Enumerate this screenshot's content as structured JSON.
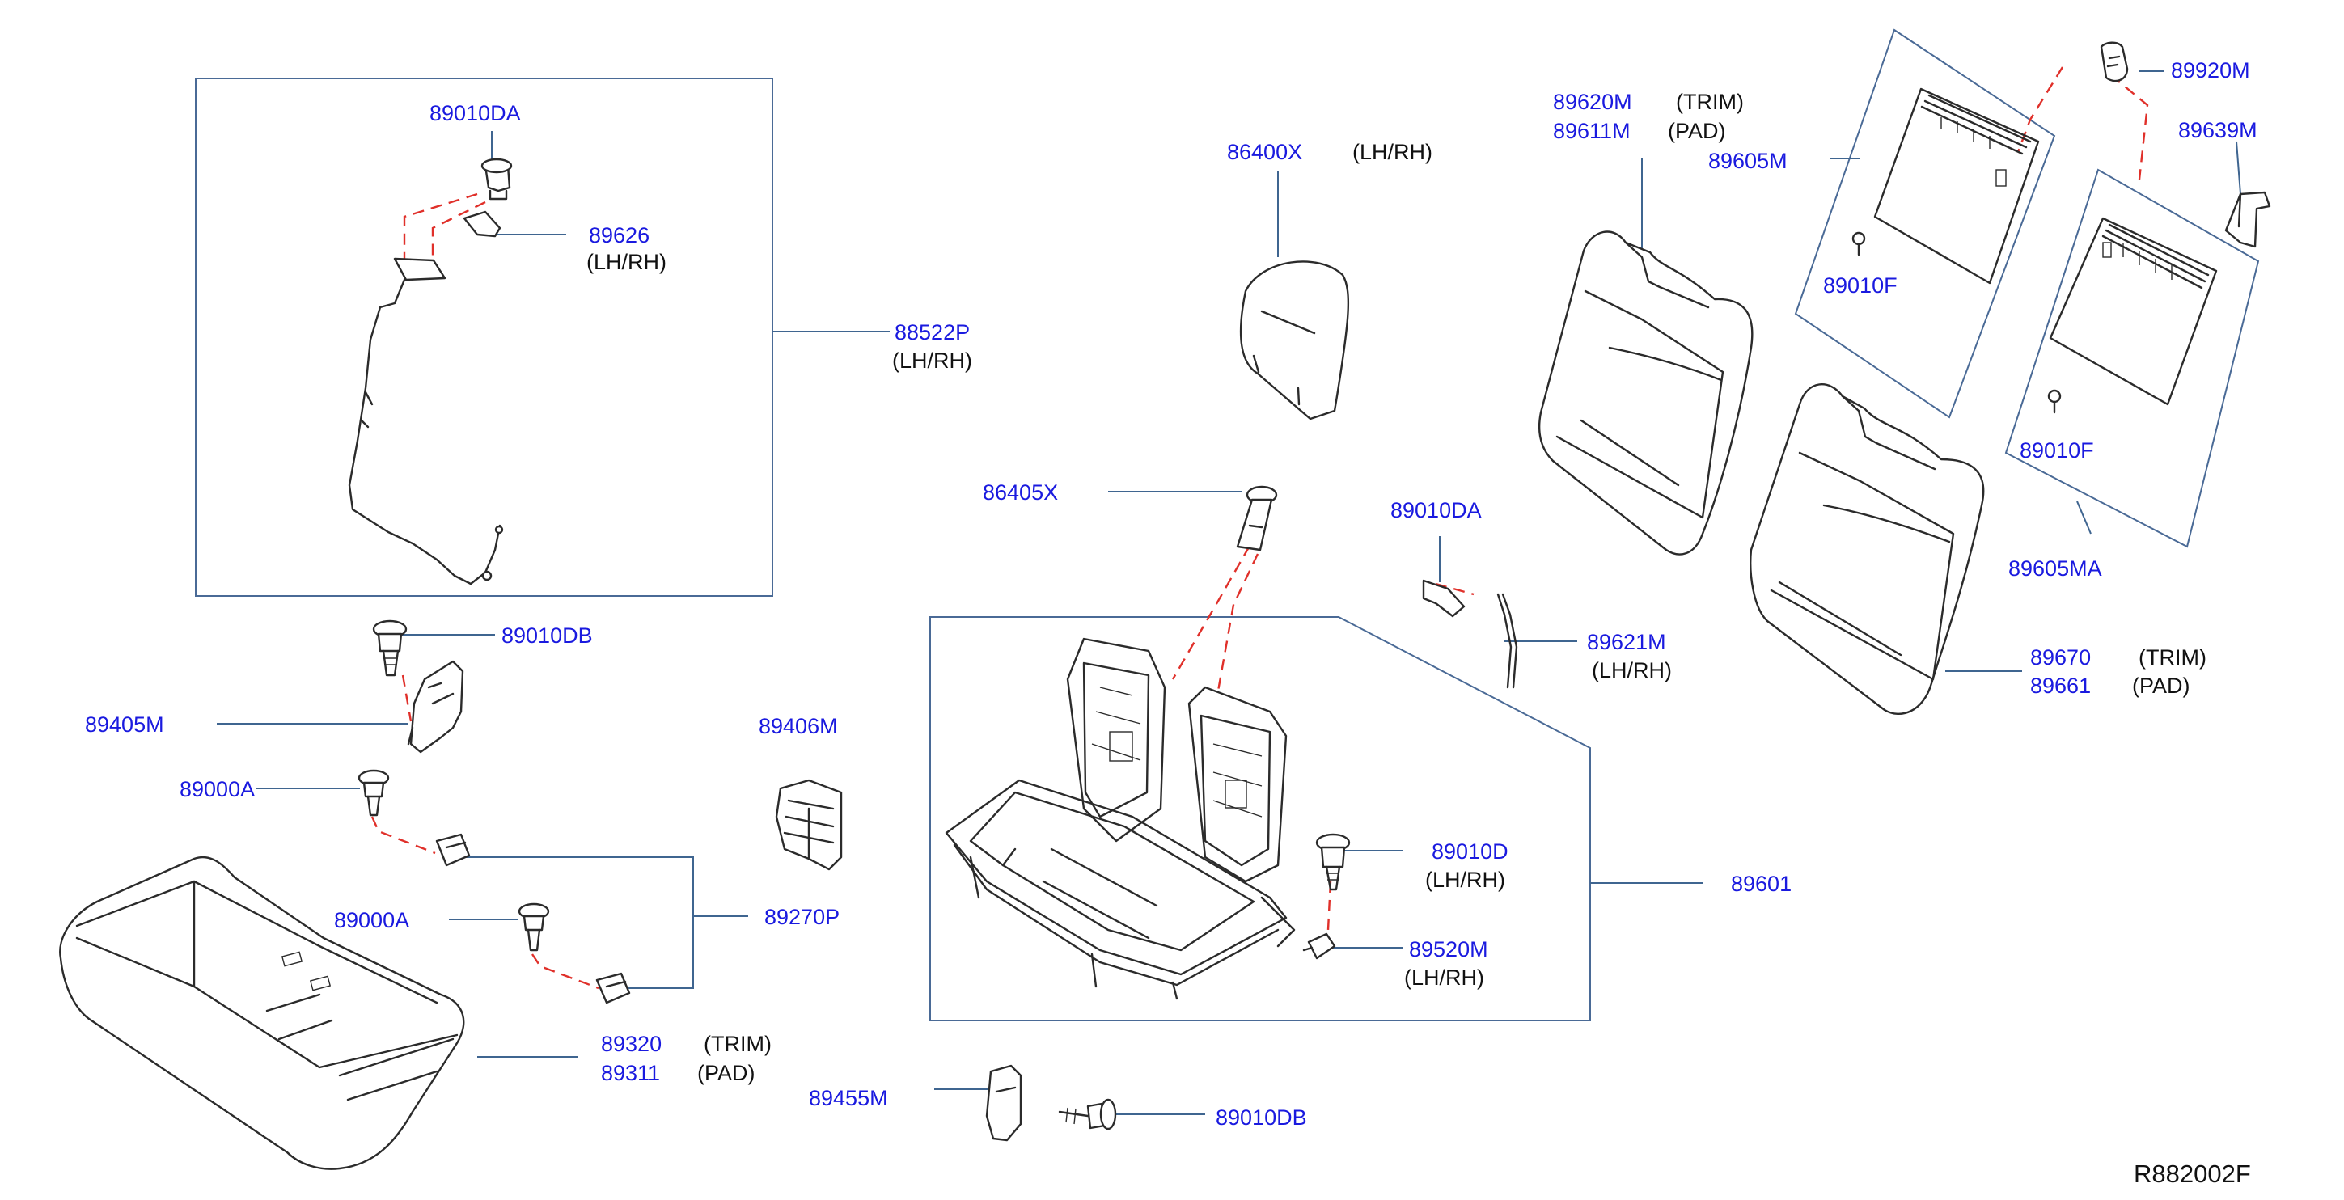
{
  "diagram_id": "R882002F",
  "parts": {
    "p_89010DA_a": "89010DA",
    "p_89626": "89626",
    "p_89626_note": "(LH/RH)",
    "p_88522P": "88522P",
    "p_88522P_note": "(LH/RH)",
    "p_86400X": "86400X",
    "p_86400X_note": "(LH/RH)",
    "p_86405X": "86405X",
    "p_89010DA_b": "89010DA",
    "p_89621M": "89621M",
    "p_89621M_note": "(LH/RH)",
    "p_89620M": "89620M",
    "p_89620M_note": "(TRIM)",
    "p_89611M": "89611M",
    "p_89611M_note": "(PAD)",
    "p_89605M": "89605M",
    "p_89920M": "89920M",
    "p_89639M": "89639M",
    "p_89010F_a": "89010F",
    "p_89010F_b": "89010F",
    "p_89605MA": "89605MA",
    "p_89670": "89670",
    "p_89670_note": "(TRIM)",
    "p_89661": "89661",
    "p_89661_note": "(PAD)",
    "p_89010DB_a": "89010DB",
    "p_89405M": "89405M",
    "p_89000A_a": "89000A",
    "p_89406M": "89406M",
    "p_89270P": "89270P",
    "p_89000A_b": "89000A",
    "p_89320": "89320",
    "p_89320_note": "(TRIM)",
    "p_89311": "89311",
    "p_89311_note": "(PAD)",
    "p_89455M": "89455M",
    "p_89010DB_b": "89010DB",
    "p_89010D": "89010D",
    "p_89010D_note": "(LH/RH)",
    "p_89520M": "89520M",
    "p_89520M_note": "(LH/RH)",
    "p_89601": "89601"
  },
  "colors": {
    "part_number": "#1a1adf",
    "leader_line": "#3f6590",
    "hidden_line": "#e0302a",
    "drawing": "#2b2b2b"
  }
}
